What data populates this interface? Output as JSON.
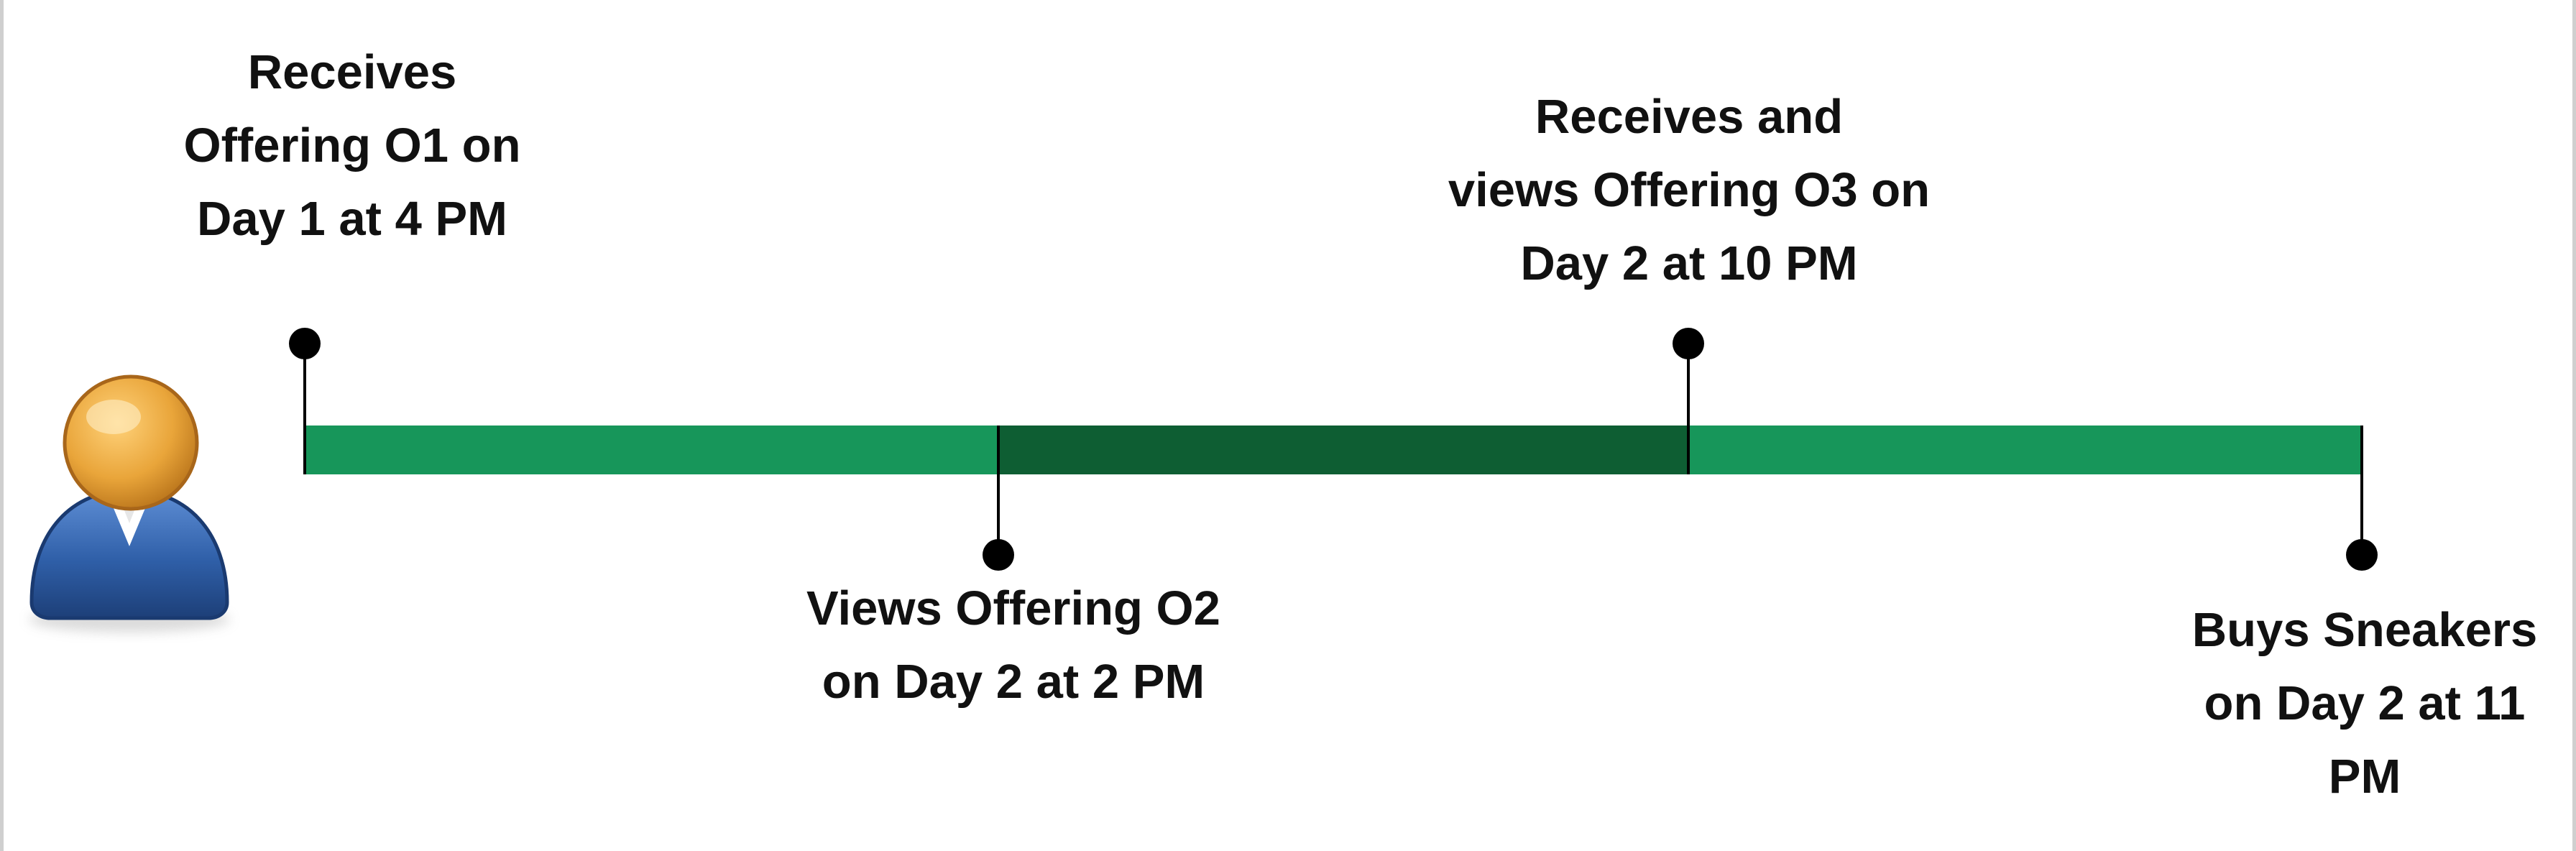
{
  "colors": {
    "segment_light": "#17965a",
    "segment_dark": "#0e5e33",
    "marker": "#000000",
    "user_head": "#e9a53a",
    "user_body": "#2f5fa8"
  },
  "icons": {
    "user": "user-avatar-icon"
  },
  "events": [
    {
      "id": "o1",
      "lines": [
        "Receives",
        "Offering O1 on",
        "Day 1 at 4 PM"
      ]
    },
    {
      "id": "o2",
      "lines": [
        "Views Offering O2",
        "on Day 2 at 2 PM"
      ]
    },
    {
      "id": "o3",
      "lines": [
        "Receives and",
        "views Offering O3 on",
        "Day 2 at 10 PM"
      ]
    },
    {
      "id": "buy",
      "lines": [
        "Buys Sneakers",
        "on Day 2 at 11",
        "PM"
      ]
    }
  ]
}
